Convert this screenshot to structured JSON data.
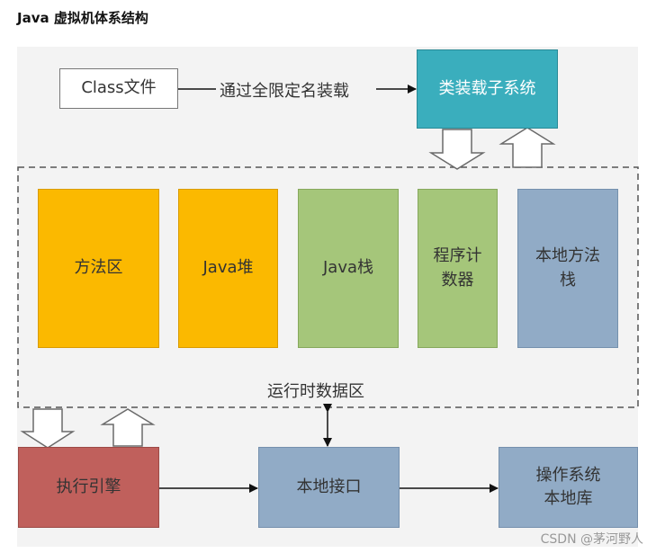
{
  "title": "Java 虚拟机体系结构",
  "diagram": {
    "class_file": "Class文件",
    "edge_label": "通过全限定名装载",
    "class_loader": "类装载子系统",
    "runtime_area_label": "运行时数据区",
    "method_area": "方法区",
    "java_heap": "Java堆",
    "java_stack": "Java栈",
    "pc_counter": "程序计\n数器",
    "native_method_stack": "本地方法\n栈",
    "execution_engine": "执行引擎",
    "native_interface": "本地接口",
    "native_library": "操作系统\n本地库"
  },
  "colors": {
    "orange": "#fbb900",
    "green": "#a5c67a",
    "blue": "#91abc6",
    "teal": "#3aaebd",
    "red": "#c0605c"
  },
  "watermark": "CSDN @茅河野人"
}
